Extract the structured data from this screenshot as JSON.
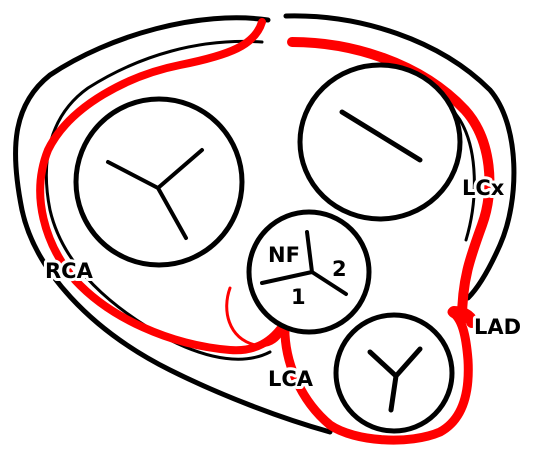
{
  "colors": {
    "artery": "#ff0000",
    "outline": "#000000",
    "background": "#ffffff"
  },
  "labels": {
    "rca": "RCA",
    "lcx": "LCx",
    "lad": "LAD",
    "lca": "LCA",
    "nf": "NF",
    "cusp_1": "1",
    "cusp_2": "2"
  }
}
